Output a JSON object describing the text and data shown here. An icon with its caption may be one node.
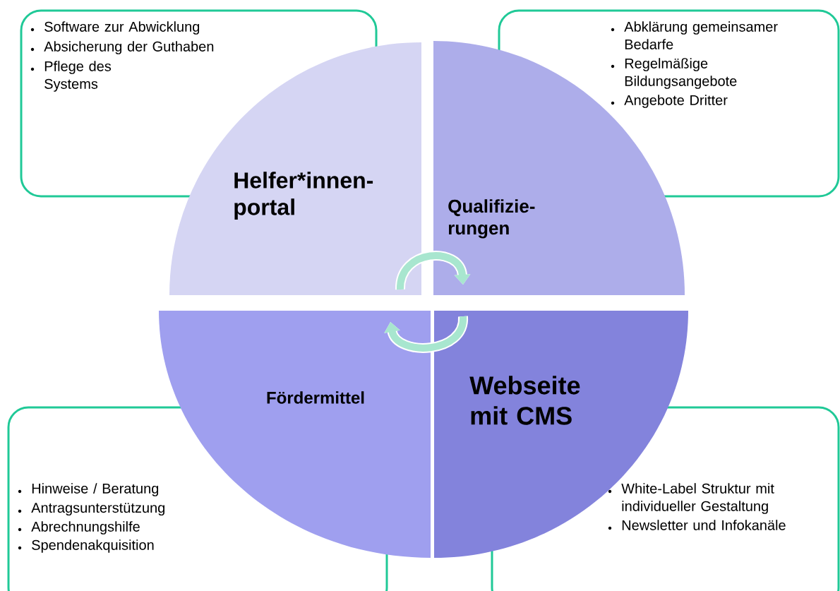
{
  "diagram": {
    "nodes": [
      {
        "text": [
          "Helfer*innen- portal"
        ]
      },
      {
        "text": [
          "Qualifizie- rungen"
        ]
      },
      {
        "text": [
          "Fördermittel"
        ]
      },
      {
        "text": [
          "Webseite mit CMS"
        ]
      },
      {
        "text": [
          "Software zur Abwicklung",
          "Absicherung der Guthaben",
          "Pflege des Systems"
        ]
      },
      {
        "text": [
          "Abklärung gemeinsamer Bedarfe",
          "Regelmäßige Bildungsangebote",
          "Angebote Dritter"
        ]
      },
      {
        "text": [
          "Hinweise / Beratung",
          "Antragsunterstützung",
          "Abrechnungshilfe",
          "Spendenakquisition"
        ]
      },
      {
        "text": [
          "White-Label Struktur mit individueller Gestaltung",
          "Newsletter und Infokanäle"
        ]
      }
    ],
    "edges": [
      {
        "from": 0,
        "to": 1,
        "arrow": "to"
      },
      {
        "from": 3,
        "to": 2,
        "arrow": "to"
      }
    ]
  }
}
